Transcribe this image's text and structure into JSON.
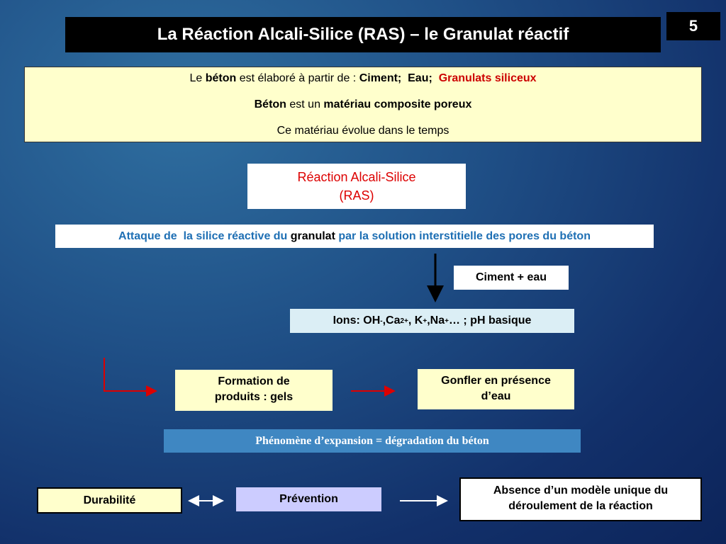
{
  "slide": {
    "title": "La Réaction Alcali-Silice (RAS) – le Granulat réactif",
    "page_number": "5"
  },
  "intro": {
    "line1": {
      "p1": "Le ",
      "b1": "béton",
      "p2": " est élaboré à partir de : ",
      "b2": "Ciment;  Eau;  ",
      "r1": "Granulats siliceux"
    },
    "line2": {
      "b1": "Béton",
      "p1": " est un ",
      "b2": "matériau composite poreux"
    },
    "line3": "Ce matériau évolue dans le temps"
  },
  "ras": {
    "line1": "Réaction Alcali-Silice",
    "line2": "(RAS)"
  },
  "attack": {
    "part1": "Attaque de  la silice réactive du ",
    "part2": "granulat",
    "part3": " par la solution interstitielle des pores du béton"
  },
  "cement": "Ciment + eau",
  "ions": {
    "t1": "Ions: OH",
    "s1": "-",
    "t2": ",Ca",
    "s2": "2+",
    "t3": ", K",
    "s3": "+",
    "t4": ",Na",
    "s4": "+",
    "t5": "… ; pH basique"
  },
  "formation": {
    "line1": "Formation de",
    "line2": "produits : gels"
  },
  "swelling": {
    "line1": "Gonfler en présence",
    "line2": "d’eau"
  },
  "expansion": "Phénomène d’expansion = dégradation du béton",
  "durability": "Durabilité",
  "prevention": "Prévention",
  "absence": {
    "line1": "Absence d’un modèle unique du",
    "line2": "déroulement de la réaction"
  },
  "colors": {
    "arrow_red": "#dd0000",
    "arrow_dark": "#000000",
    "arrow_white": "#ffffff"
  }
}
